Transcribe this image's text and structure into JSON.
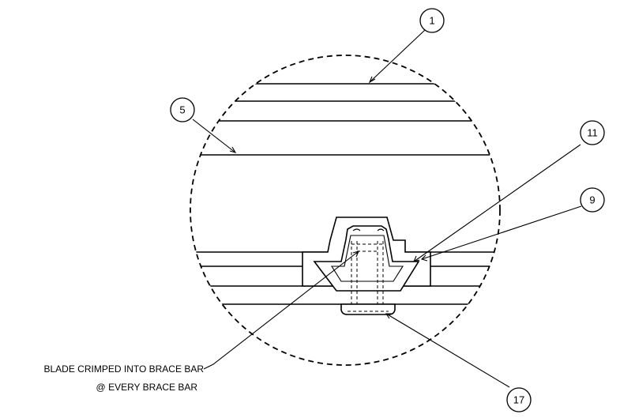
{
  "balloons": [
    {
      "id": "balloon-1",
      "label": "1"
    },
    {
      "id": "balloon-5",
      "label": "5"
    },
    {
      "id": "balloon-11",
      "label": "11"
    },
    {
      "id": "balloon-9",
      "label": "9"
    },
    {
      "id": "balloon-17",
      "label": "17"
    }
  ],
  "note": {
    "line1": "BLADE CRIMPED INTO BRACE BAR",
    "line2": "@ EVERY BRACE BAR"
  }
}
